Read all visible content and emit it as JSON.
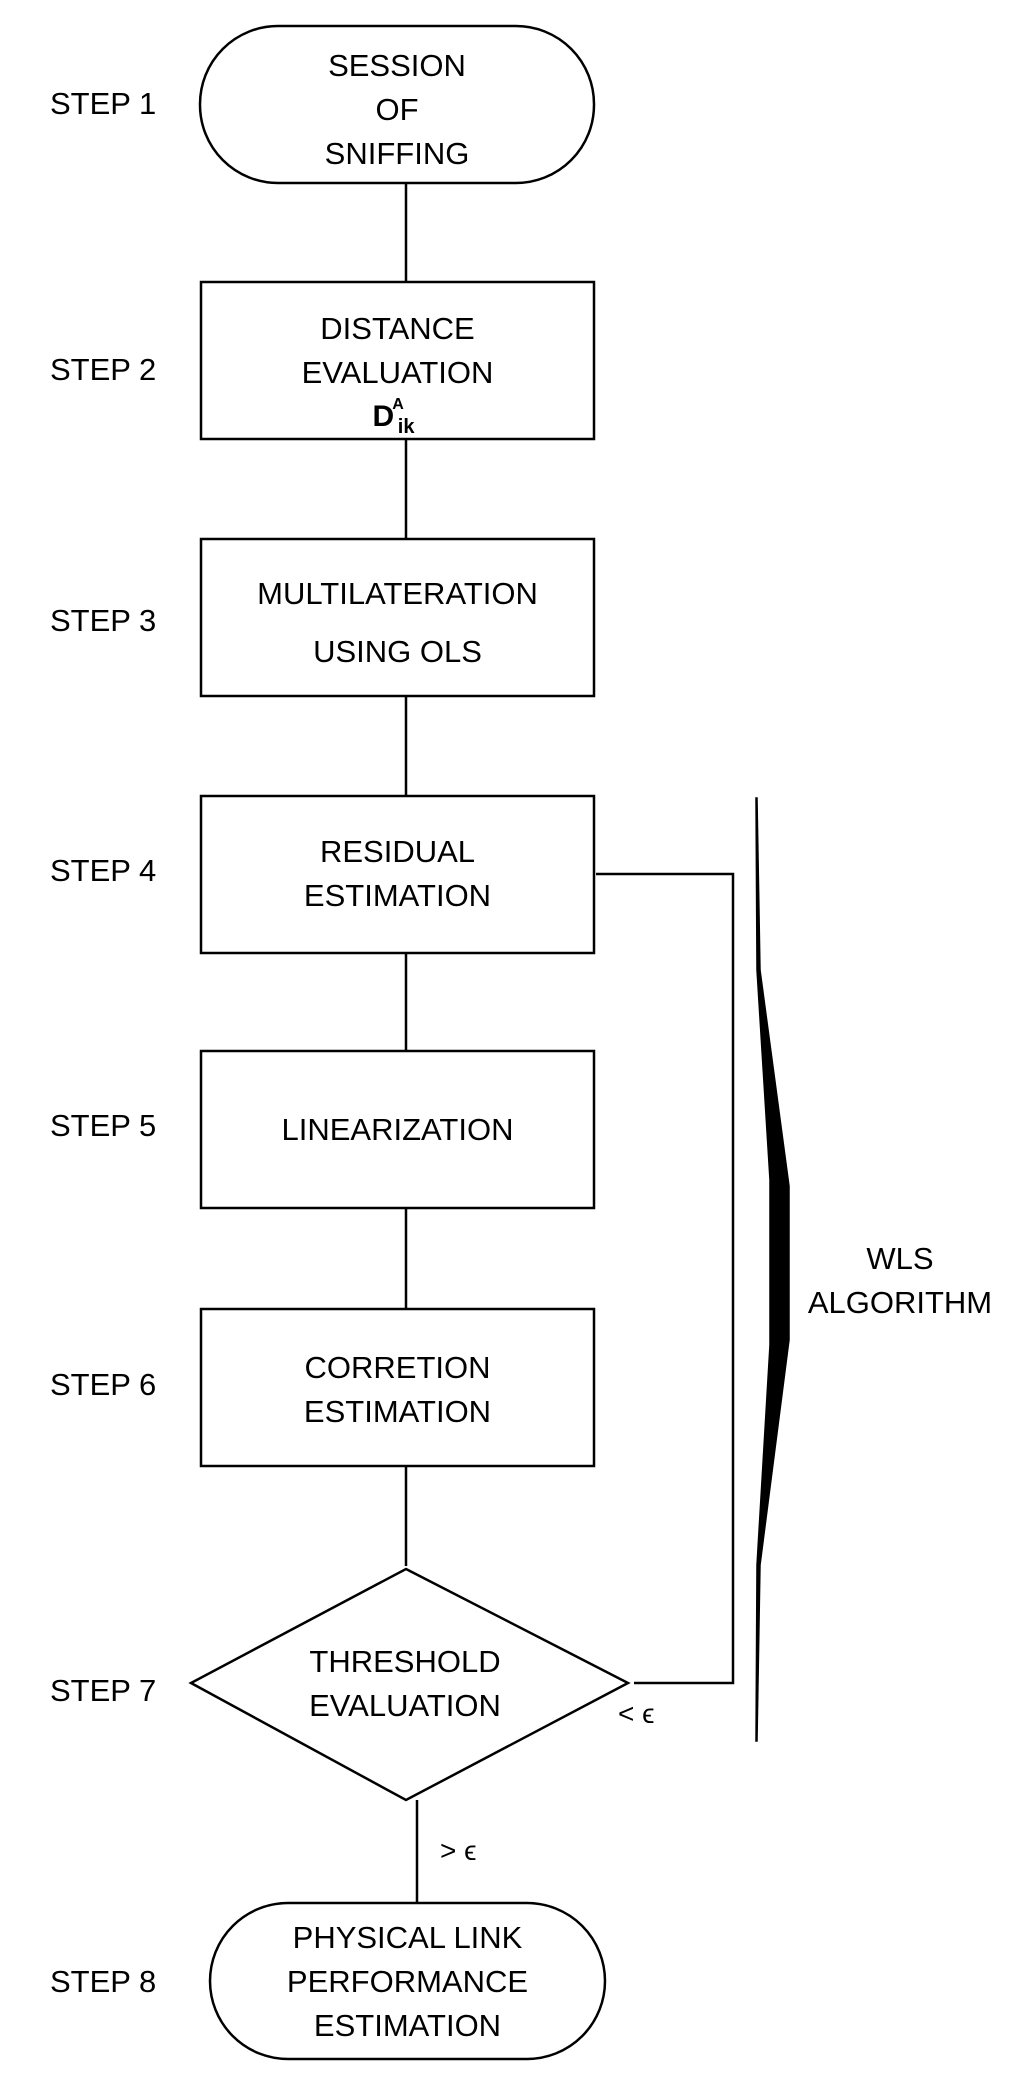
{
  "steps": {
    "s1": "STEP 1",
    "s2": "STEP 2",
    "s3": "STEP 3",
    "s4": "STEP 4",
    "s5": "STEP 5",
    "s6": "STEP 6",
    "s7": "STEP 7",
    "s8": "STEP 8"
  },
  "nodes": {
    "n1": {
      "line1": "SESSION",
      "line2": "OF",
      "line3": "SNIFFING"
    },
    "n2": {
      "line1": "DISTANCE",
      "line2": "EVALUATION",
      "math_base": "D",
      "math_sup": "A",
      "math_sub": "ik"
    },
    "n3": {
      "line1": "MULTILATERATION",
      "line2": "USING OLS"
    },
    "n4": {
      "line1": "RESIDUAL",
      "line2": "ESTIMATION"
    },
    "n5": {
      "line1": "LINEARIZATION"
    },
    "n6": {
      "line1": "CORRETION",
      "line2": "ESTIMATION"
    },
    "n7": {
      "line1": "THRESHOLD",
      "line2": "EVALUATION"
    },
    "n8": {
      "line1": "PHYSICAL LINK",
      "line2": "PERFORMANCE",
      "line3": "ESTIMATION"
    }
  },
  "conditions": {
    "loop_back": "< ϵ",
    "exit": "> ϵ"
  },
  "bracket_label": {
    "line1": "WLS",
    "line2": "ALGORITHM"
  }
}
